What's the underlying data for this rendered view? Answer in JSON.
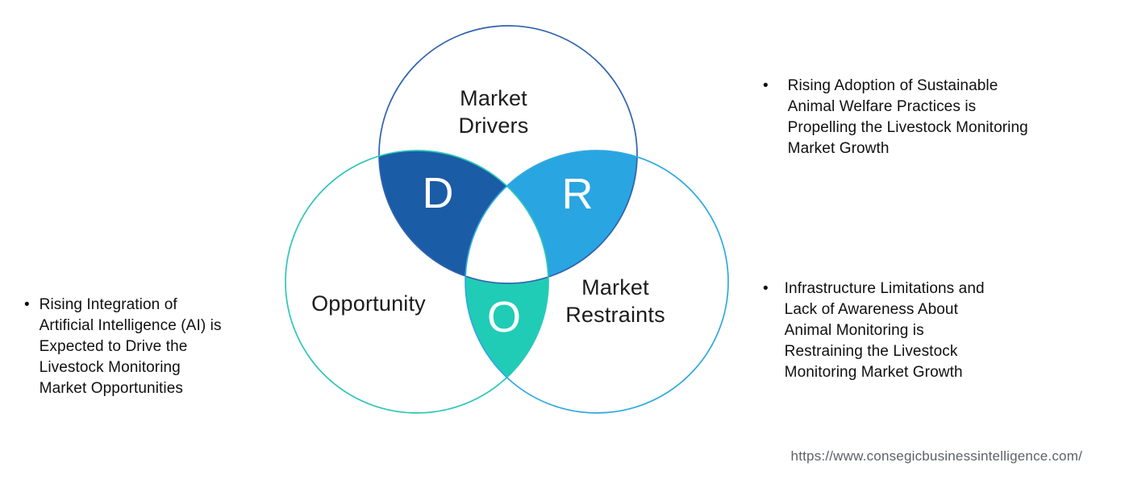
{
  "venn": {
    "drivers": {
      "label": "Market\nDrivers",
      "letter": "D",
      "stroke": "#2f62ae",
      "overlap_fill": "#1a5ca6"
    },
    "opportunity": {
      "label": "Opportunity",
      "letter": "O",
      "stroke": "#2ec6b8",
      "overlap_fill": "#20ccb6"
    },
    "restraints": {
      "label": "Market\nRestraints",
      "letter": "R",
      "stroke": "#2fa9e0",
      "overlap_fill": "#29a5e2"
    },
    "center_fill": "#ffffff"
  },
  "notes": {
    "left": {
      "bullet": "•",
      "text": "Rising Integration of\nArtificial Intelligence (AI) is\nExpected to Drive the\nLivestock Monitoring\nMarket Opportunities"
    },
    "right_top": {
      "bullet": "•",
      "text": "Rising Adoption of Sustainable\nAnimal Welfare Practices is\nPropelling the Livestock Monitoring\nMarket Growth"
    },
    "right_bottom": {
      "bullet": "•",
      "text": "Infrastructure Limitations and\nLack of Awareness About\nAnimal Monitoring is\nRestraining the Livestock\nMonitoring Market Growth"
    }
  },
  "footer": {
    "url": "https://www.consegicbusinessintelligence.com/"
  }
}
